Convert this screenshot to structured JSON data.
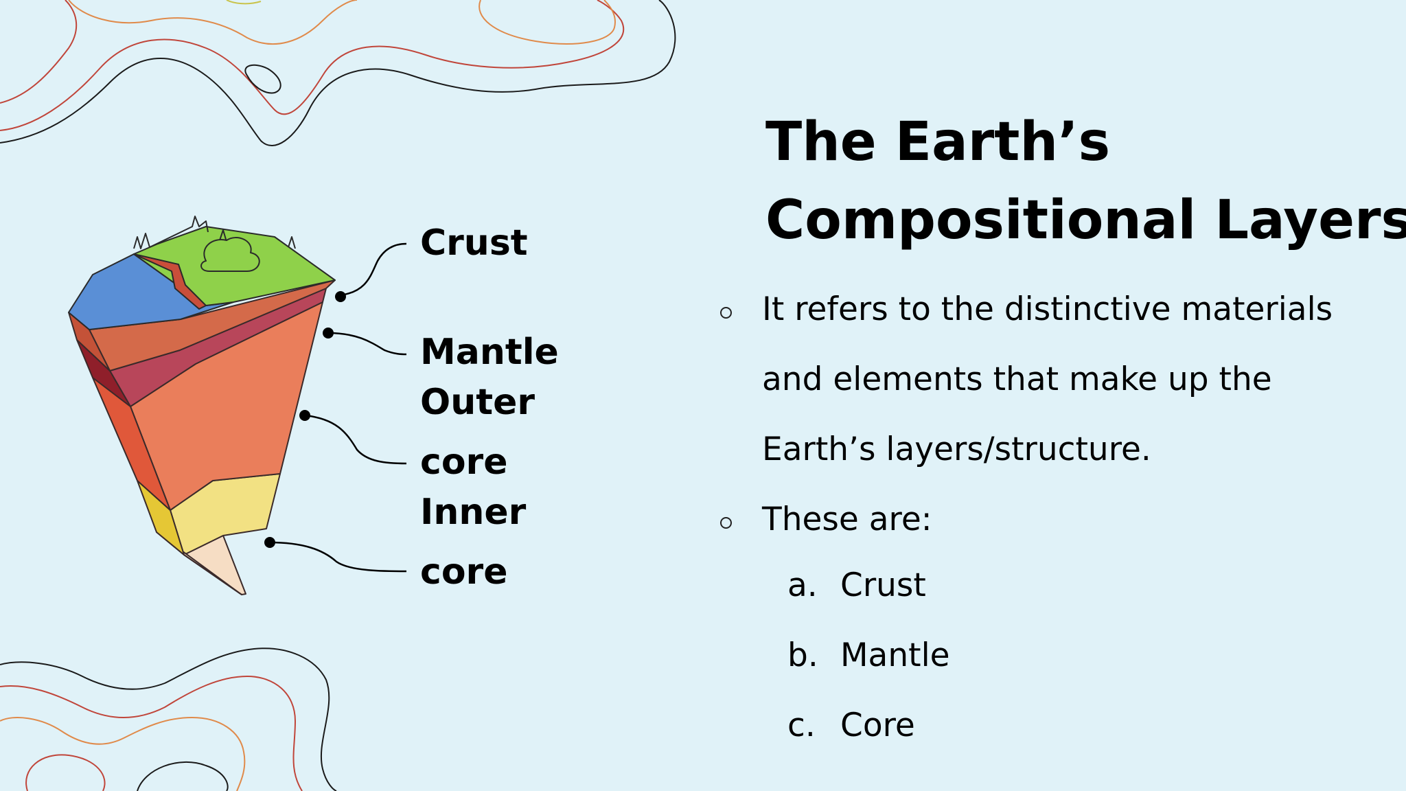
{
  "slide": {
    "title_line1": "The Earth’s",
    "title_line2": "Compositional Layers",
    "bullets": [
      {
        "lines": [
          "It refers to the distinctive materials",
          "and elements that make up the",
          "Earth’s layers/structure."
        ]
      },
      {
        "lines": [
          "These are:"
        ]
      }
    ],
    "sublist": [
      {
        "letter": "a.",
        "text": "Crust"
      },
      {
        "letter": "b.",
        "text": "Mantle"
      },
      {
        "letter": "c.",
        "text": "Core"
      }
    ]
  },
  "diagram": {
    "labels": {
      "crust": "Crust",
      "mantle": "Mantle",
      "outer_1": "Outer",
      "outer_2": "core",
      "inner_1": "Inner",
      "inner_2": "core"
    }
  },
  "colors": {
    "background": "#e0f2f8",
    "contour_dark": "#1a1a1a",
    "contour_red": "#c0453a",
    "contour_orange": "#e08a4a"
  }
}
